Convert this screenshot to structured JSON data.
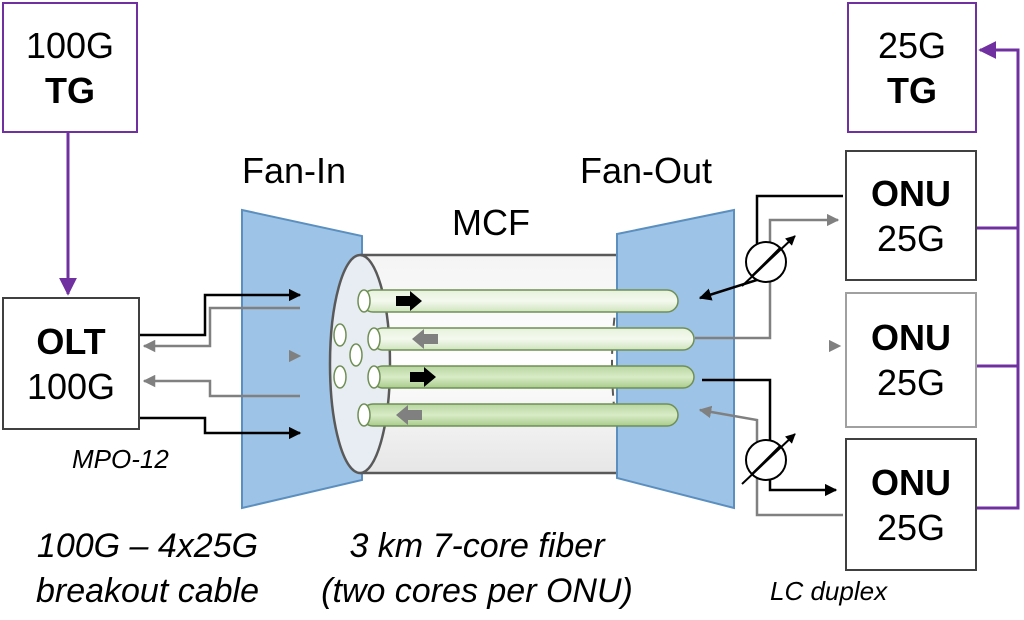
{
  "tg_left": {
    "rate": "100G",
    "name": "TG"
  },
  "tg_right": {
    "rate": "25G",
    "name": "TG"
  },
  "olt": {
    "name": "OLT",
    "rate": "100G"
  },
  "onus": [
    {
      "name": "ONU",
      "rate": "25G"
    },
    {
      "name": "ONU",
      "rate": "25G"
    },
    {
      "name": "ONU",
      "rate": "25G"
    }
  ],
  "labels": {
    "fan_in": "Fan-In",
    "fan_out": "Fan-Out",
    "mcf": "MCF",
    "mpo": "MPO-12",
    "lc": "LC duplex",
    "breakout_line1": "100G – 4x25G",
    "breakout_line2": "breakout cable",
    "fiber_line1": "3 km 7-core fiber",
    "fiber_line2": "(two cores per ONU)"
  },
  "colors": {
    "control_line": "#7030a0",
    "fan_fill": "#9dc3e6",
    "core_fill": "#c5e0b4",
    "downstream": "#000000",
    "upstream": "#808080"
  }
}
